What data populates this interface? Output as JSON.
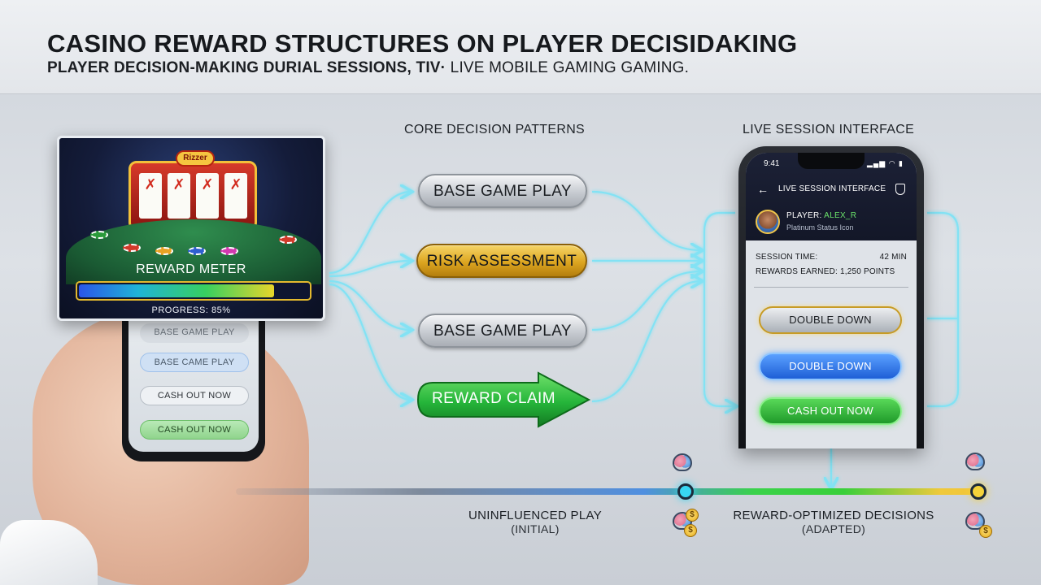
{
  "header": {
    "title": "CASINO REWARD STRUCTURES ON PLAYER DECISIDAKING",
    "subtitle_a": "PLAYER DECISION-MAKING DURIAL SESSIONS, TIV·",
    "subtitle_b": " LIVE MOBILE GAMING GAMING."
  },
  "casino_card": {
    "logo": "Rizzer",
    "meter_title": "REWARD METER",
    "progress_label": "PROGRESS: 85%",
    "progress": 0.85,
    "reels": [
      "✗",
      "✗",
      "✗",
      "✗"
    ]
  },
  "hand_phone": {
    "buttons": [
      "BASE GAME PLAY",
      "BASE CAME PLAY",
      "CASH OUT NOW",
      "CASH OUT NOW"
    ]
  },
  "decisions": {
    "heading": "CORE DECISION PATTERNS",
    "items": [
      "BASE GAME PLAY",
      "RISK ASSESSMENT",
      "BASE GAME PLAY",
      "REWARD CLAIM"
    ]
  },
  "live_session": {
    "heading": "LIVE SESSION INTERFACE",
    "time": "9:41",
    "status_icons": "▂▄▆ ◠ ▮",
    "appbar_title": "LIVE SESSION INTERFACE",
    "player_label": "PLAYER: ",
    "player_alias": "ALEX_R",
    "player_status": "Platinum Status Icon",
    "session_time_label": "SESSION TIME:",
    "session_time_value": "42 MIN",
    "rewards_label": "REWARDS EARNED: 1,250 POINTS",
    "buttons": [
      "DOUBLE DOWN",
      "DOUBLE DOWN",
      "CASH OUT NOW"
    ]
  },
  "timeline": {
    "left_label": "UNINFLUENCED PLAY",
    "left_sub": "(INITIAL)",
    "right_label": "REWARD-OPTIMIZED DECISIONS",
    "right_sub": "(ADAPTED)",
    "coin_symbol": "$"
  },
  "colors": {
    "connector": "#7fe3f5",
    "claim_green": "#25b53a",
    "risk_gold": "#dca520"
  }
}
